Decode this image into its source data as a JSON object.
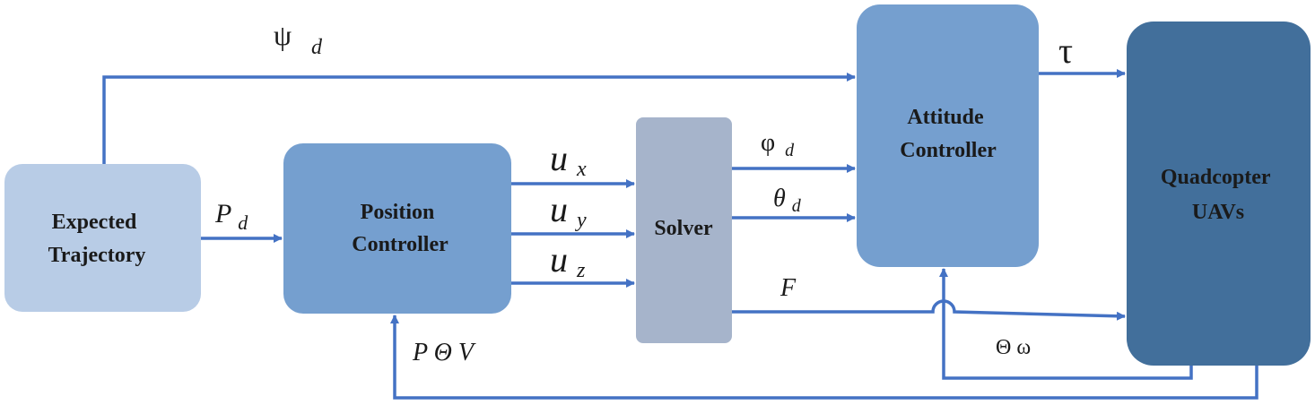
{
  "blocks": {
    "expected_trajectory": {
      "lines": [
        "Expected",
        "Trajectory"
      ],
      "color": "#b8cce6"
    },
    "position_controller": {
      "lines": [
        "Position",
        "Controller"
      ],
      "color": "#759fcf"
    },
    "solver": {
      "lines": [
        "Solver"
      ],
      "color": "#a6b4cb"
    },
    "attitude_controller": {
      "lines": [
        "Attitude",
        "Controller"
      ],
      "color": "#759fcf"
    },
    "quadcopter": {
      "lines": [
        "Quadcopter",
        "UAVs"
      ],
      "color": "#426f9b"
    }
  },
  "signals": {
    "psi_d": {
      "main": "ψ",
      "sub": "d"
    },
    "p_d": {
      "main": "P",
      "sub": "d"
    },
    "u_x": {
      "main": "u",
      "sub": "x"
    },
    "u_y": {
      "main": "u",
      "sub": "y"
    },
    "u_z": {
      "main": "u",
      "sub": "z"
    },
    "phi_d": {
      "main": "φ",
      "sub": "d"
    },
    "theta_d": {
      "main": "θ",
      "sub": "d"
    },
    "force": "F",
    "tau": "τ",
    "feedback_attitude": "Θ ω",
    "feedback_position": "P Θ V"
  },
  "colors": {
    "arrow": "#4472c4",
    "text": "#1a1a1a"
  }
}
